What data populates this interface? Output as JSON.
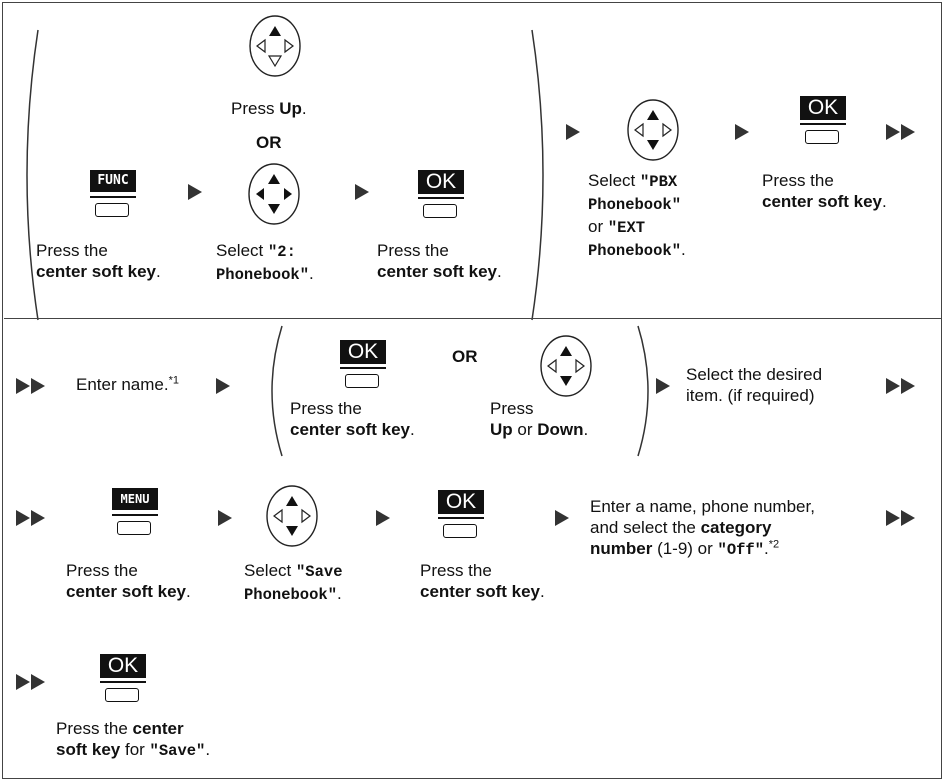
{
  "row1": {
    "up_pre": "Press ",
    "up_bold": "Up",
    "up_post": ".",
    "or": "OR",
    "func_label": "FUNC",
    "ok_label": "OK",
    "step1_line1": "Press the",
    "step1_bold": "center soft key",
    "step1_post": ".",
    "step2_line1_pre": "Select ",
    "step2_mono1": "\"2:",
    "step2_mono2": "Phonebook\"",
    "step2_post": ".",
    "step3_line1": "Press the",
    "step3_bold": "center soft key",
    "step3_post": ".",
    "sel_pre": "Select ",
    "sel_m1": "\"PBX",
    "sel_m2": "Phonebook\"",
    "sel_or": "or ",
    "sel_m3": "\"EXT",
    "sel_m4": "Phonebook\"",
    "sel_post": ".",
    "press_line1": "Press the",
    "press_bold": "center soft key",
    "press_post": "."
  },
  "row2": {
    "enter_name": "Enter name.",
    "enter_sup": "*1",
    "ok_label": "OK",
    "or": "OR",
    "press_line1": "Press the",
    "press_bold": "center soft key",
    "press_post": ".",
    "pud_line1": "Press",
    "pud_up": "Up",
    "pud_or": " or ",
    "pud_down": "Down",
    "pud_post": ".",
    "select_line1": "Select the desired",
    "select_line2": "item. (if required)"
  },
  "row3": {
    "menu_label": "MENU",
    "ok_label": "OK",
    "s1_line1": "Press the",
    "s1_bold": "center soft key",
    "s1_post": ".",
    "s2_pre": "Select ",
    "s2_m1": "\"Save",
    "s2_m2": "Phonebook\"",
    "s2_post": ".",
    "s3_line1": "Press the",
    "s3_bold": "center soft key",
    "s3_post": ".",
    "enter_line1": "Enter a name, phone number,",
    "enter_line2_pre": "and select the ",
    "enter_line2_bold": "category",
    "enter_line3_bold": "number",
    "enter_line3_mid": " (1-9) or ",
    "enter_line3_mono": "\"Off\"",
    "enter_line3_post": ".",
    "enter_sup": "*2"
  },
  "row4": {
    "ok_label": "OK",
    "line1_pre": "Press the ",
    "line1_bold": "center",
    "line2_bold": "soft key",
    "line2_mid": " for ",
    "line2_mono": "\"Save\"",
    "line2_post": "."
  }
}
